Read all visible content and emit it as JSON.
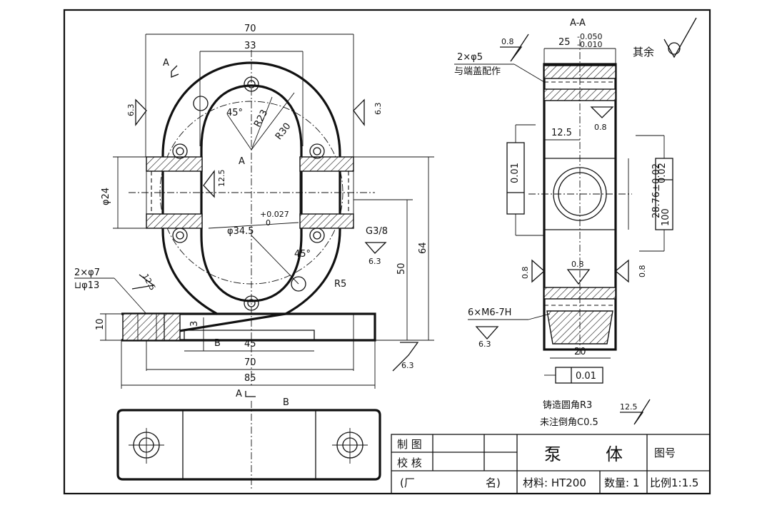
{
  "view_labels": {
    "section": "A-A",
    "cut_a": "A",
    "cut_b": "B",
    "cut_a_bottom": "A",
    "cut_b_bottom": "B",
    "b_mark": "B"
  },
  "dims": {
    "d70_top": "70",
    "d33": "33",
    "r23": "R23",
    "r30": "R30",
    "a45_top": "45°",
    "a45_bot": "45°",
    "center_a": "A",
    "phi24": "φ24",
    "phi34": "φ34.5",
    "phi34_tol_up": "+0.027",
    "phi34_tol_lo": "0",
    "g38": "G3/8",
    "r5": "R5",
    "d64": "64",
    "d50": "50",
    "d10": "10",
    "d3": "3",
    "d45": "45",
    "d70_bot": "70",
    "d85": "85",
    "hole_2x7": "2×φ7",
    "cbore": "⊔φ13",
    "d25": "25",
    "d25_up": "-0.050",
    "d25_lo": "-0.010",
    "hole_2x5": "2×φ5",
    "hole_2x5_note": "与端盖配作",
    "d12_5": "12.5",
    "d28": "28.76±0.02",
    "d20": "20",
    "m6": "6×M6-7H"
  },
  "roughness": {
    "r63_left": "6.3",
    "r63_right": "6.3",
    "r125_bore": "12.5",
    "r125_hole": "12.5",
    "r63_g38": "6.3",
    "r63_base": "6.3",
    "r08_top": "0.8",
    "r08_bore": "0.8",
    "r08_left": "0.8",
    "r08_mid": "0.8",
    "r08_right": "0.8",
    "r63_m6": "6.3",
    "rest_label": "其余",
    "note_ra": "12.5"
  },
  "tolerance": {
    "perp_val": "0.01",
    "par_val": "0.02",
    "par_len": "100",
    "flat_val": "0.01"
  },
  "notes": {
    "line1": "铸造圆角R3",
    "line2": "未注倒角C0.5"
  },
  "title_block": {
    "drawn": "制 图",
    "checked": "校 核",
    "part_name_1": "泵",
    "part_name_2": "体",
    "drawing_no": "图号",
    "company_open": "(厂",
    "company_close": "名)",
    "material": "材料: HT200",
    "quantity": "数量: 1",
    "scale": "比例1:1.5"
  }
}
